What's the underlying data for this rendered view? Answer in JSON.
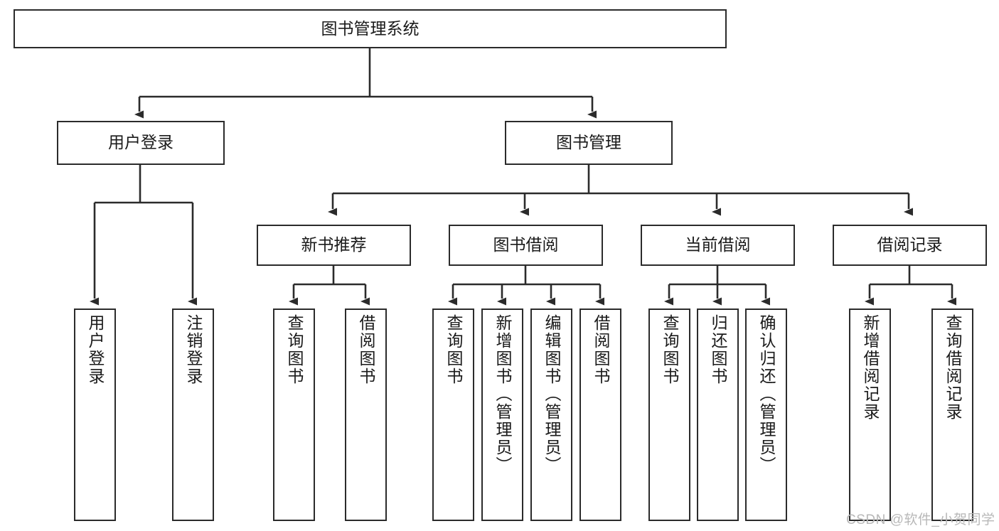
{
  "diagram": {
    "type": "tree-hierarchy-chart",
    "title": "图书管理系统",
    "colors": {
      "box_stroke": "#2b2b2b",
      "box_fill": "#ffffff",
      "connector": "#2b2b2b",
      "text": "#1a1a1a",
      "watermark": "#b8b8b8"
    },
    "root": {
      "label": "图书管理系统",
      "orientation": "horizontal"
    },
    "level2": [
      {
        "id": "user-login",
        "label": "用户登录",
        "orientation": "horizontal"
      },
      {
        "id": "book-management",
        "label": "图书管理",
        "orientation": "horizontal"
      }
    ],
    "level3": [
      {
        "id": "new-book-recommend",
        "label": "新书推荐",
        "orientation": "horizontal",
        "parent": "book-management"
      },
      {
        "id": "book-borrow",
        "label": "图书借阅",
        "orientation": "horizontal",
        "parent": "book-management"
      },
      {
        "id": "current-borrow",
        "label": "当前借阅",
        "orientation": "horizontal",
        "parent": "book-management"
      },
      {
        "id": "borrow-record",
        "label": "借阅记录",
        "orientation": "horizontal",
        "parent": "book-management"
      }
    ],
    "leaves": [
      {
        "id": "leaf-user-login",
        "label": "用户登录",
        "parent": "user-login"
      },
      {
        "id": "leaf-logout-login",
        "label": "注销登录",
        "parent": "user-login"
      },
      {
        "id": "leaf-query-book-1",
        "label": "查询图书",
        "parent": "new-book-recommend"
      },
      {
        "id": "leaf-borrow-book-1",
        "label": "借阅图书",
        "parent": "new-book-recommend"
      },
      {
        "id": "leaf-query-book-2",
        "label": "查询图书",
        "parent": "book-borrow"
      },
      {
        "id": "leaf-add-book",
        "label": "新增图书（管理员）",
        "parent": "book-borrow"
      },
      {
        "id": "leaf-edit-book",
        "label": "编辑图书（管理员）",
        "parent": "book-borrow"
      },
      {
        "id": "leaf-borrow-book-2",
        "label": "借阅图书",
        "parent": "book-borrow"
      },
      {
        "id": "leaf-query-book-3",
        "label": "查询图书",
        "parent": "current-borrow"
      },
      {
        "id": "leaf-return-book",
        "label": "归还图书",
        "parent": "current-borrow"
      },
      {
        "id": "leaf-confirm-return",
        "label": "确认归还（管理员）",
        "parent": "current-borrow"
      },
      {
        "id": "leaf-add-record",
        "label": "新增借阅记录",
        "parent": "borrow-record"
      },
      {
        "id": "leaf-query-record",
        "label": "查询借阅记录",
        "parent": "borrow-record"
      }
    ],
    "watermark": "CSDN @软件_小贺同学"
  }
}
